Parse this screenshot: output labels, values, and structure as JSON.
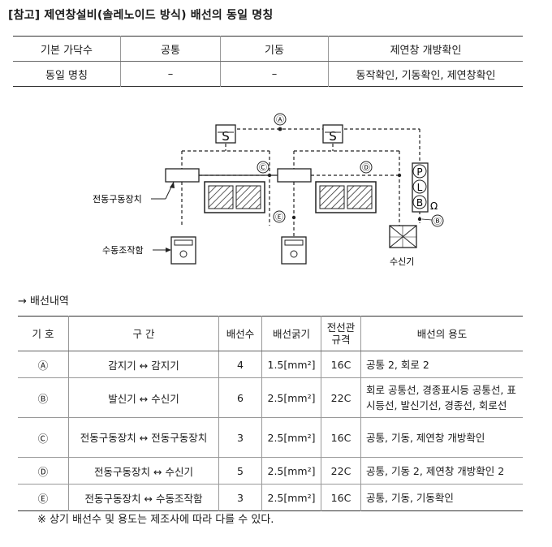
{
  "title": "[참고] 제연창설비(솔레노이드 방식) 배선의 동일 명칭",
  "naming_table": {
    "headers": [
      "기본 가닥수",
      "공통",
      "기동",
      "제연창 개방확인"
    ],
    "row": [
      "동일 명칭",
      "–",
      "–",
      "동작확인, 기동확인, 제연창확인"
    ]
  },
  "diagram": {
    "labels": {
      "A": "Ⓐ",
      "B": "Ⓑ",
      "C": "Ⓒ",
      "D": "Ⓓ",
      "E": "Ⓔ",
      "S": "S",
      "P": "P",
      "L": "L",
      "Bsig": "B",
      "omega": "Ω",
      "actuator": "전동구동장치",
      "manual": "수동조작함",
      "receiver": "수신기"
    }
  },
  "section_label": "→ 배선내역",
  "wiring_table": {
    "headers": [
      "기 호",
      "구 간",
      "배선수",
      "배선굵기",
      "전선관 규격",
      "배선의 용도"
    ],
    "rows": [
      {
        "sym": "Ⓐ",
        "section": "감지기 ↔ 감지기",
        "count": "4",
        "size": "1.5[mm²]",
        "conduit": "16C",
        "use": "공통 2, 회로 2"
      },
      {
        "sym": "Ⓑ",
        "section": "발신기 ↔ 수신기",
        "count": "6",
        "size": "2.5[mm²]",
        "conduit": "22C",
        "use": "회로 공통선, 경종표시등 공통선, 표시등선, 발신기선, 경종선, 회로선"
      },
      {
        "sym": "Ⓒ",
        "section": "전동구동장치 ↔ 전동구동장치",
        "count": "3",
        "size": "2.5[mm²]",
        "conduit": "16C",
        "use": "공통, 기동, 제연창 개방확인"
      },
      {
        "sym": "Ⓓ",
        "section": "전동구동장치 ↔ 수신기",
        "count": "5",
        "size": "2.5[mm²]",
        "conduit": "22C",
        "use": "공통, 기동 2, 제연창 개방확인 2"
      },
      {
        "sym": "Ⓔ",
        "section": "전동구동장치 ↔ 수동조작함",
        "count": "3",
        "size": "2.5[mm²]",
        "conduit": "16C",
        "use": "공통, 기동, 기동확인"
      }
    ]
  },
  "note": "※ 상기 배선수 및 용도는 제조사에 따라 다를 수 있다."
}
